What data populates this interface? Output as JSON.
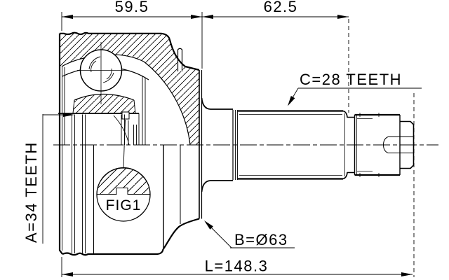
{
  "page": {
    "background": "#ffffff",
    "ink": "#000000"
  },
  "drawing": {
    "type": "technical-drawing-cv-joint",
    "labels": {
      "top_left_width": "59.5",
      "top_right_width": "62.5",
      "shaft_spline": "C=28 TEETH",
      "hub_spline": "A=34 TEETH",
      "outer_diameter": "B=Ø63",
      "overall_length": "L=148.3",
      "detail_callout": "FIG1"
    }
  }
}
